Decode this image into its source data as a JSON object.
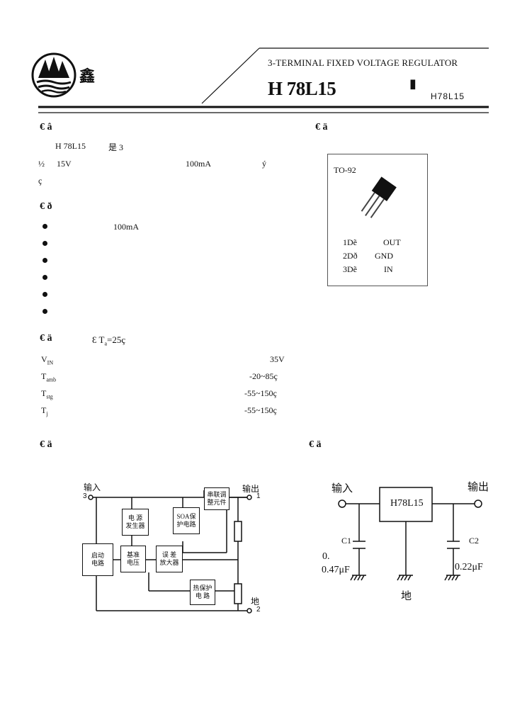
{
  "header": {
    "logo_text": "鑫",
    "doc_title": "3-TERMINAL FIXED VOLTAGE REGULATOR",
    "part_number": "H 78L15",
    "part_mark": "▮",
    "part_number_small": "H78L15"
  },
  "description": {
    "heading": "€ â",
    "line1_prefix": "H 78L15",
    "line1_rest": "是 3",
    "line2_a": "½",
    "line2_b": "15V",
    "line2_c": "100mA",
    "line2_end": "ý",
    "line3": "ç"
  },
  "package": {
    "heading": "€ ä",
    "label": "TO-92",
    "pins": [
      {
        "num": "1D",
        "mark": "ẽ",
        "name": "OUT"
      },
      {
        "num": "2D",
        "mark": "ð",
        "name": "GND"
      },
      {
        "num": "3D",
        "mark": "ẽ",
        "name": "IN"
      }
    ]
  },
  "features": {
    "heading": "€ ð",
    "items": [
      "100mA",
      "",
      "",
      "",
      "",
      ""
    ]
  },
  "ratings": {
    "heading": "€ ä",
    "condition": "Ɛ T",
    "condition_sub": "a",
    "condition_val": "=25ç",
    "rows": [
      {
        "sym": "V",
        "sub": "IN",
        "value": "35V"
      },
      {
        "sym": "T",
        "sub": "amb",
        "value": "-20~85ç"
      },
      {
        "sym": "T",
        "sub": "stg",
        "value": "-55~150ç"
      },
      {
        "sym": "T",
        "sub": "j",
        "value": "-55~150ç"
      }
    ]
  },
  "block_diagram": {
    "heading": "€ ä",
    "input_label": "输入",
    "input_pin": "3",
    "output_label": "输出",
    "output_pin": "1",
    "ground_label": "地",
    "ground_pin": "2",
    "blocks": {
      "startup": "启动\n电路",
      "bandgap": "电 源\n发生器",
      "reference": "基准\n电压",
      "error_amp": "误 差\n放大器",
      "soa": "SOA保\n护电路",
      "series_pass": "串联调\n整元件",
      "thermal": "热保护\n电 路"
    }
  },
  "app_circuit": {
    "heading": "€ ä",
    "input_label": "输入",
    "output_label": "输出",
    "ic_label": "H78L15",
    "c1_label": "C1",
    "c2_label": "C2",
    "c1_value_a": "0.",
    "c1_value_b": "0.47μF",
    "c2_value": "0.22μF",
    "ground_label": "地"
  }
}
